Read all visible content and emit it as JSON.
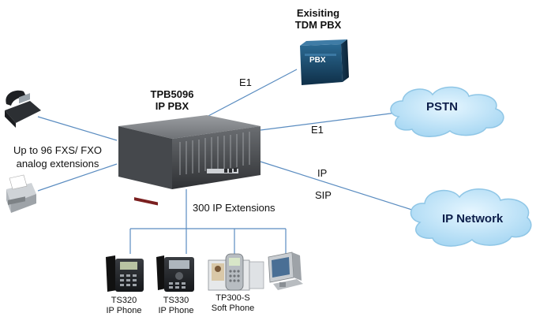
{
  "pbx_existing": {
    "line1": "Exisiting",
    "line2": "TDM PBX",
    "box_label": "PBX"
  },
  "ip_pbx": {
    "line1": "TPB5096",
    "line2": "IP PBX"
  },
  "links": {
    "e1_top": "E1",
    "e1_pstn": "E1",
    "ip": "IP",
    "sip": "SIP"
  },
  "analog": {
    "line1": "Up to 96 FXS/ FXO",
    "line2": "analog extensions"
  },
  "extensions_label": "300 IP Extensions",
  "clouds": {
    "pstn": "PSTN",
    "ip_network": "IP Network"
  },
  "devices": [
    {
      "line1": "TS320",
      "line2": "IP Phone"
    },
    {
      "line1": "TS330",
      "line2": "IP Phone"
    },
    {
      "line1": "TP300-S",
      "line2": "Soft Phone"
    }
  ],
  "colors": {
    "link": "#5a8cc0",
    "cloud_fill": "#bfe3f7",
    "cloud_edge": "#8fc6e6",
    "pbx_box": "#1d4e70"
  }
}
